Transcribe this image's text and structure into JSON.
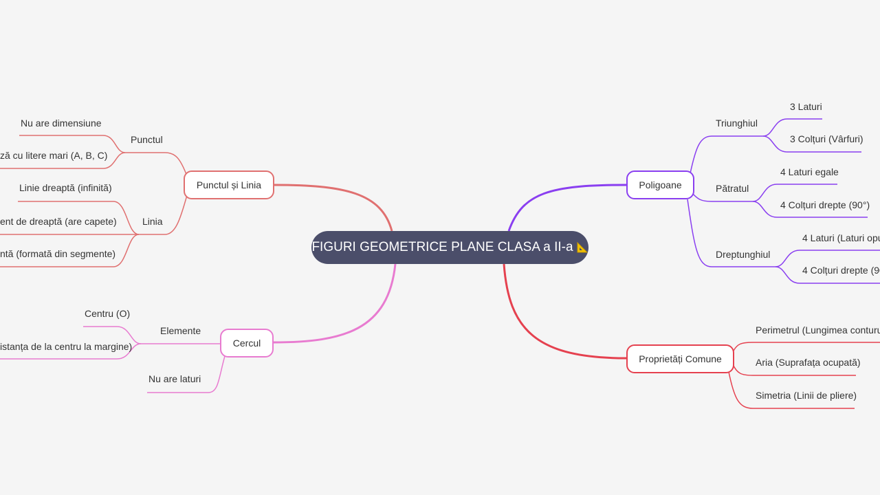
{
  "root": {
    "title": "FIGURI GEOMETRICE PLANE CLASA a II-a",
    "icon": "triangular-ruler-icon"
  },
  "colors": {
    "background": "#f5f5f5",
    "root": "#4b4e6a",
    "punctul_linia": "#e07070",
    "cercul": "#e87bd0",
    "poligoane": "#8a3ff0",
    "proprietati": "#e5414f"
  },
  "branches": {
    "punctul_linia": {
      "label": "Punctul și Linia",
      "punctul": {
        "label": "Punctul",
        "items": [
          "Nu are dimensiune",
          "ză cu litere mari (A, B, C)"
        ]
      },
      "linia": {
        "label": "Linia",
        "items": [
          "Linie dreaptă (infinită)",
          "ent de dreaptă (are capete)",
          "ntă (formată din segmente)"
        ]
      }
    },
    "cercul": {
      "label": "Cercul",
      "elemente": {
        "label": "Elemente",
        "items": [
          "Centru (O)",
          "istanța de la centru la margine)"
        ]
      },
      "nu_are_laturi": "Nu are laturi"
    },
    "poligoane": {
      "label": "Poligoane",
      "triunghiul": {
        "label": "Triunghiul",
        "items": [
          "3 Laturi",
          "3 Colțuri (Vârfuri)"
        ]
      },
      "patratul": {
        "label": "Pătratul",
        "items": [
          "4 Laturi egale",
          "4 Colțuri drepte (90°)"
        ]
      },
      "dreptunghiul": {
        "label": "Dreptunghiul",
        "items": [
          "4 Laturi (Laturi opu",
          "4 Colțuri drepte (90"
        ]
      }
    },
    "proprietati": {
      "label": "Proprietăți Comune",
      "items": [
        "Perimetrul (Lungimea conturu",
        "Aria (Suprafața ocupată)",
        "Simetria (Linii de pliere)"
      ]
    }
  }
}
